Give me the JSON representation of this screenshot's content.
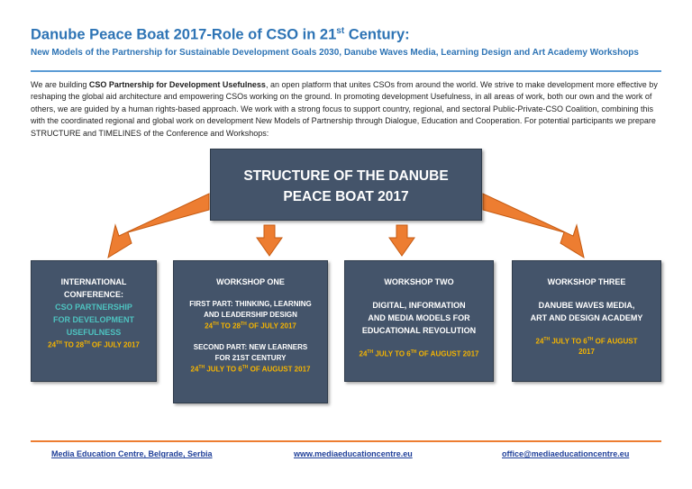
{
  "header": {
    "title_main": "Danube Peace Boat 2017-Role of CSO in 21",
    "title_sup": "st",
    "title_end": " Century:",
    "subtitle": "New Models of the Partnership for Sustainable Development Goals 2030, Danube Waves Media, Learning Design and Art Academy Workshops"
  },
  "intro": {
    "lead": "We are building ",
    "bold": "CSO Partnership for Development Usefulness",
    "rest": ", an open platform that unites CSOs from around the world. We strive to make development more effective by reshaping the global aid architecture and empowering CSOs working on the ground. In promoting development Usefulness, in all areas of work, both our own and the work of others, we are guided by a human rights-based approach. We work with a strong focus to support country, regional, and sectoral Public-Private-CSO Coalition, combining this with the coordinated regional and global work on development New Models of Partnership through Dialogue, Education and Cooperation. For potential participants we prepare STRUCTURE and TIMELINES of the Conference and Workshops:"
  },
  "structure": {
    "line1": "STRUCTURE OF THE DANUBE",
    "line2": "PEACE BOAT 2017"
  },
  "conference": {
    "line1": "INTERNATIONAL",
    "line2": "CONFERENCE:",
    "teal1": "CSO PARTNERSHIP",
    "teal2": "FOR DEVELOPMENT",
    "teal3": "USEFULNESS",
    "date": {
      "a": "24",
      "sa": "TH",
      "b": " TO 28",
      "sb": "TH",
      "c": " OF JULY 2017"
    }
  },
  "workshop_one": {
    "title": "WORKSHOP ONE",
    "p1_line1": "FIRST PART: THINKING, LEARNING",
    "p1_line2": "AND LEADERSHIP DESIGN",
    "p1_date": {
      "a": "24",
      "sa": "TH",
      "b": " TO 28",
      "sb": "TH",
      "c": " OF JULY 2017"
    },
    "p2_line1": "SECOND PART: NEW LEARNERS",
    "p2_line2": "FOR 21ST CENTURY",
    "p2_date": {
      "a": "24",
      "sa": "TH",
      "b": " JULY TO 6",
      "sb": "TH",
      "c": " OF AUGUST 2017"
    }
  },
  "workshop_two": {
    "title": "WORKSHOP TWO",
    "line1": "DIGITAL, INFORMATION",
    "line2": "AND MEDIA MODELS FOR",
    "line3": "EDUCATIONAL REVOLUTION",
    "date": {
      "a": "24",
      "sa": "TH",
      "b": " JULY TO 6",
      "sb": "TH",
      "c": " OF AUGUST 2017"
    }
  },
  "workshop_three": {
    "title": "WORKSHOP THREE",
    "line1": "DANUBE WAVES MEDIA,",
    "line2": "ART AND DESIGN ACADEMY",
    "date": {
      "a": "24",
      "sa": "TH",
      "b": " JULY TO 6",
      "sb": "TH",
      "c": " OF AUGUST"
    },
    "date2": "2017"
  },
  "footer": {
    "org": "Media Education Centre, Belgrade, Serbia",
    "website": "www.mediaeducationcentre.eu",
    "email": "office@mediaeducationcentre.eu"
  },
  "colors": {
    "title_blue": "#2e74b5",
    "box_fill": "#44546a",
    "teal": "#4ec3c0",
    "gold": "#f5b400",
    "arrow_orange": "#ed7d31",
    "link_blue": "#1f3f99"
  }
}
